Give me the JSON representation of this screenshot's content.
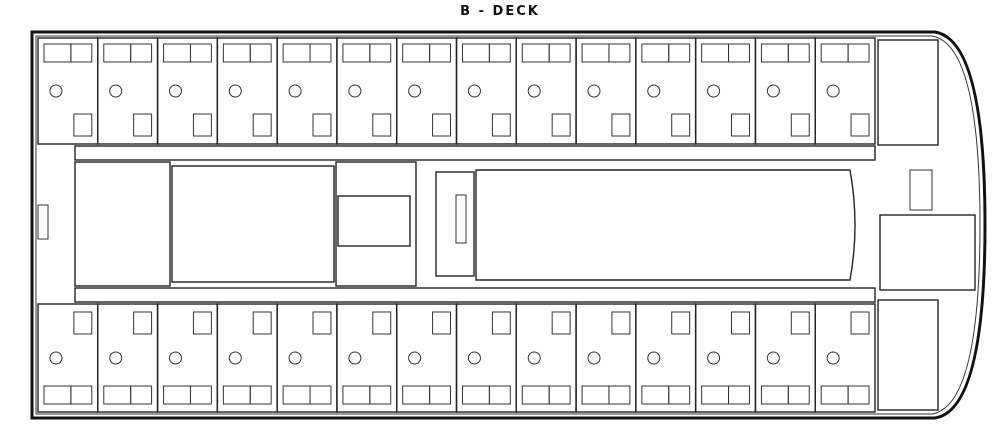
{
  "title": "B - DECK",
  "plan": {
    "top_cabin_count": 14,
    "bottom_cabin_count": 14
  }
}
